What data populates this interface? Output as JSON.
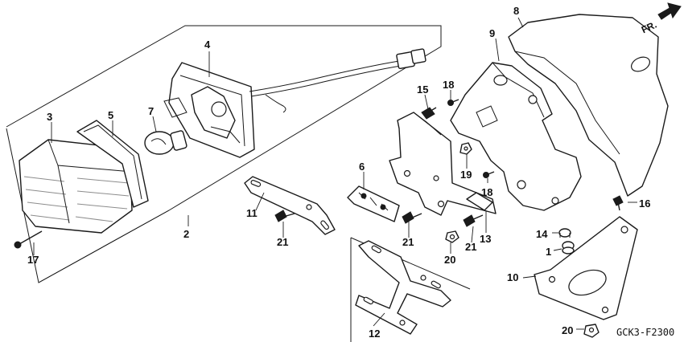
{
  "diagram_code": "GCK3-F2300",
  "direction_label": "FR.",
  "callouts": [
    "1",
    "2",
    "3",
    "4",
    "5",
    "6",
    "7",
    "8",
    "9",
    "10",
    "11",
    "12",
    "13",
    "14",
    "15",
    "16",
    "17",
    "18",
    "18",
    "19",
    "20",
    "20",
    "21",
    "21",
    "21"
  ],
  "colors": {
    "line": "#1a1a1a",
    "background": "#ffffff"
  }
}
